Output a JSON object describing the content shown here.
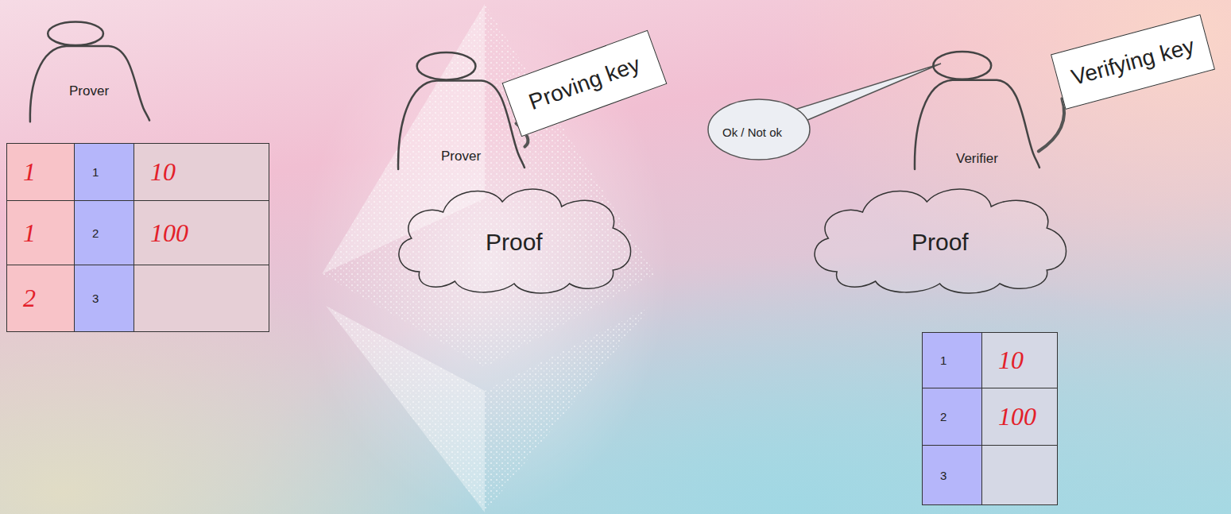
{
  "diagram": {
    "nodes": [
      {
        "text": [
          "Prover"
        ]
      },
      {
        "text": [
          "Prover"
        ]
      },
      {
        "text": [
          "Proving key"
        ]
      },
      {
        "text": [
          "Proof"
        ]
      },
      {
        "text": [
          "Ok / Not ok"
        ]
      },
      {
        "text": [
          "Verifier"
        ]
      },
      {
        "text": [
          "Verifying key"
        ]
      },
      {
        "text": [
          "Proof"
        ]
      }
    ],
    "edges": [
      {
        "from": 1,
        "to": 2,
        "arrow": "none"
      },
      {
        "from": 5,
        "to": 6,
        "arrow": "none"
      }
    ],
    "labels": [
      "1",
      "1",
      "10",
      "1",
      "2",
      "100",
      "2",
      "3",
      "1",
      "10",
      "2",
      "100",
      "3"
    ]
  }
}
